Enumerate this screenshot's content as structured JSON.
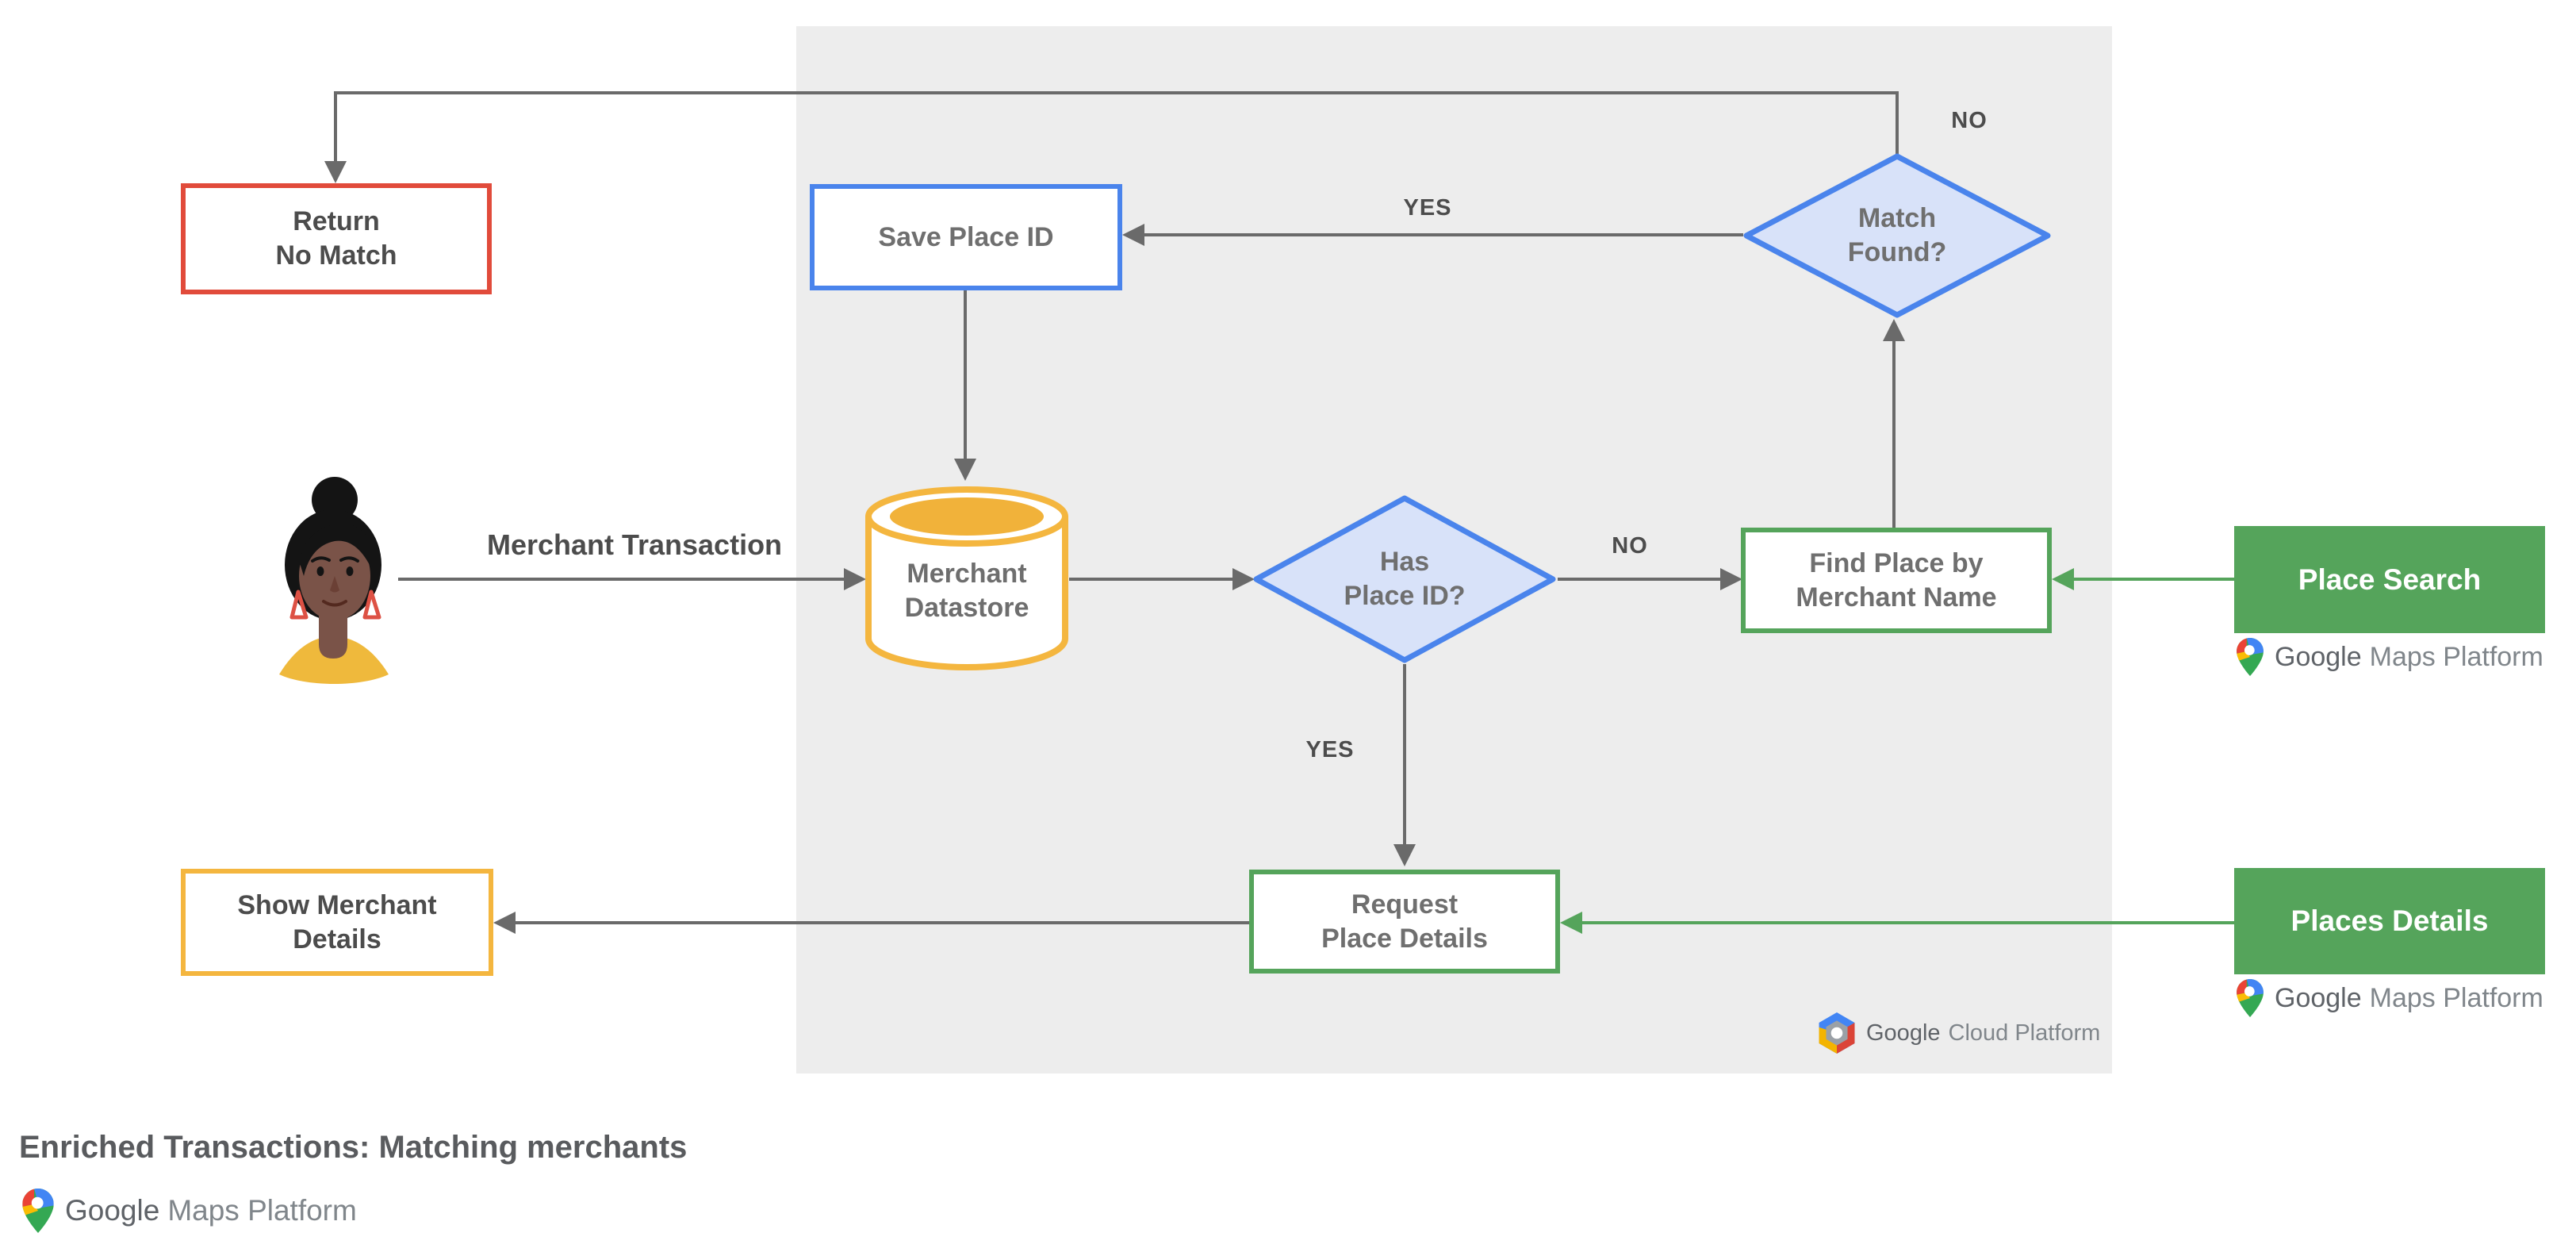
{
  "title": "Enriched Transactions: Matching merchants",
  "nodes": {
    "return_no_match": {
      "line1": "Return",
      "line2": "No Match"
    },
    "save_place_id": {
      "label": "Save Place ID"
    },
    "match_found": {
      "line1": "Match",
      "line2": "Found?"
    },
    "merchant_datastore": {
      "line1": "Merchant",
      "line2": "Datastore"
    },
    "has_place_id": {
      "line1": "Has",
      "line2": "Place ID?"
    },
    "find_place": {
      "line1": "Find Place by",
      "line2": "Merchant Name"
    },
    "request_place_details": {
      "line1": "Request",
      "line2": "Place Details"
    },
    "show_merchant_details": {
      "line1": "Show Merchant",
      "line2": "Details"
    },
    "place_search": {
      "label": "Place Search"
    },
    "places_details": {
      "label": "Places Details"
    }
  },
  "edges": {
    "merchant_transaction": "Merchant Transaction",
    "match_found_yes": "YES",
    "match_found_no": "NO",
    "has_place_id_no": "NO",
    "has_place_id_yes": "YES"
  },
  "logos": {
    "gmp": {
      "brand": "Google",
      "suffix": "Maps Platform"
    },
    "gcp": {
      "brand": "Google",
      "suffix": "Cloud Platform"
    }
  },
  "palette": {
    "panel_gray": "#EDEDED",
    "arrow_gray": "#6A6A6A",
    "red": "#E14B3B",
    "blue": "#4A84EC",
    "blue_fill": "#D8E2F9",
    "gold": "#F4B63F",
    "green": "#55A45B",
    "dark_text": "#4C4C4C",
    "medium_text": "#6F6F6F"
  }
}
